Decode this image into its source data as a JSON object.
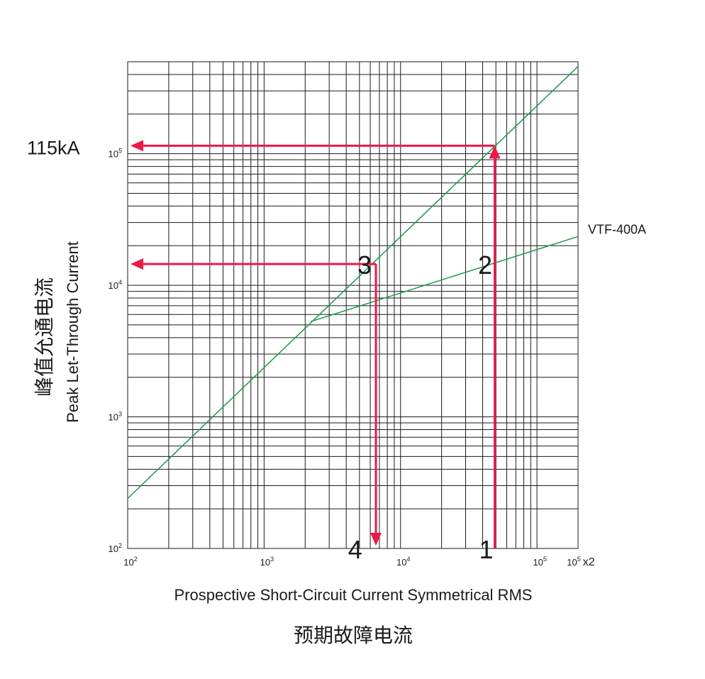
{
  "chart_data": {
    "type": "line",
    "scale": {
      "x": "log",
      "y": "log"
    },
    "xlim": [
      100,
      200000
    ],
    "ylim": [
      100,
      500000
    ],
    "grid": true,
    "xlabel": "Prospective Short-Circuit Current Symmetrical RMS",
    "xlabel_cn": "预期故障电流",
    "ylabel": "Peak Let-Through Current",
    "ylabel_cn": "峰值允通电流",
    "x_ticks": [
      {
        "value": 100,
        "base": "10",
        "exp": "2"
      },
      {
        "value": 1000,
        "base": "10",
        "exp": "3"
      },
      {
        "value": 10000,
        "base": "10",
        "exp": "4"
      },
      {
        "value": 100000,
        "base": "10",
        "exp": "5"
      },
      {
        "value": 200000,
        "base": "10",
        "exp": "5",
        "suffix": "x2"
      }
    ],
    "y_ticks": [
      {
        "value": 100,
        "base": "10",
        "exp": "2"
      },
      {
        "value": 1000,
        "base": "10",
        "exp": "3"
      },
      {
        "value": 10000,
        "base": "10",
        "exp": "4"
      },
      {
        "value": 100000,
        "base": "10",
        "exp": "5"
      }
    ],
    "series": [
      {
        "name": "",
        "color": "#1a9a4a",
        "x": [
          100,
          200000
        ],
        "y": [
          240,
          460000
        ]
      },
      {
        "name": "VTF-400A",
        "color": "#1a9a4a",
        "x": [
          2200,
          200000
        ],
        "y": [
          5300,
          23500
        ]
      }
    ],
    "annotations": {
      "value_label": {
        "text": "115kA",
        "y": 115000
      },
      "steps": [
        {
          "label": "1",
          "x": 49000
        },
        {
          "label": "2",
          "x": 47000,
          "y": 14500
        },
        {
          "label": "3",
          "x": 6000,
          "y": 14500
        },
        {
          "label": "4",
          "x": 6200
        }
      ],
      "arrows": [
        {
          "from": [
            49000,
            100
          ],
          "to": [
            49000,
            115000
          ]
        },
        {
          "from": [
            49000,
            115000
          ],
          "to": [
            100,
            115000
          ]
        },
        {
          "from": [
            6600,
            14500
          ],
          "to": [
            100,
            14500
          ]
        },
        {
          "from": [
            6600,
            14500
          ],
          "to": [
            6600,
            100
          ]
        }
      ],
      "arrow_color": "#ee1848"
    }
  }
}
